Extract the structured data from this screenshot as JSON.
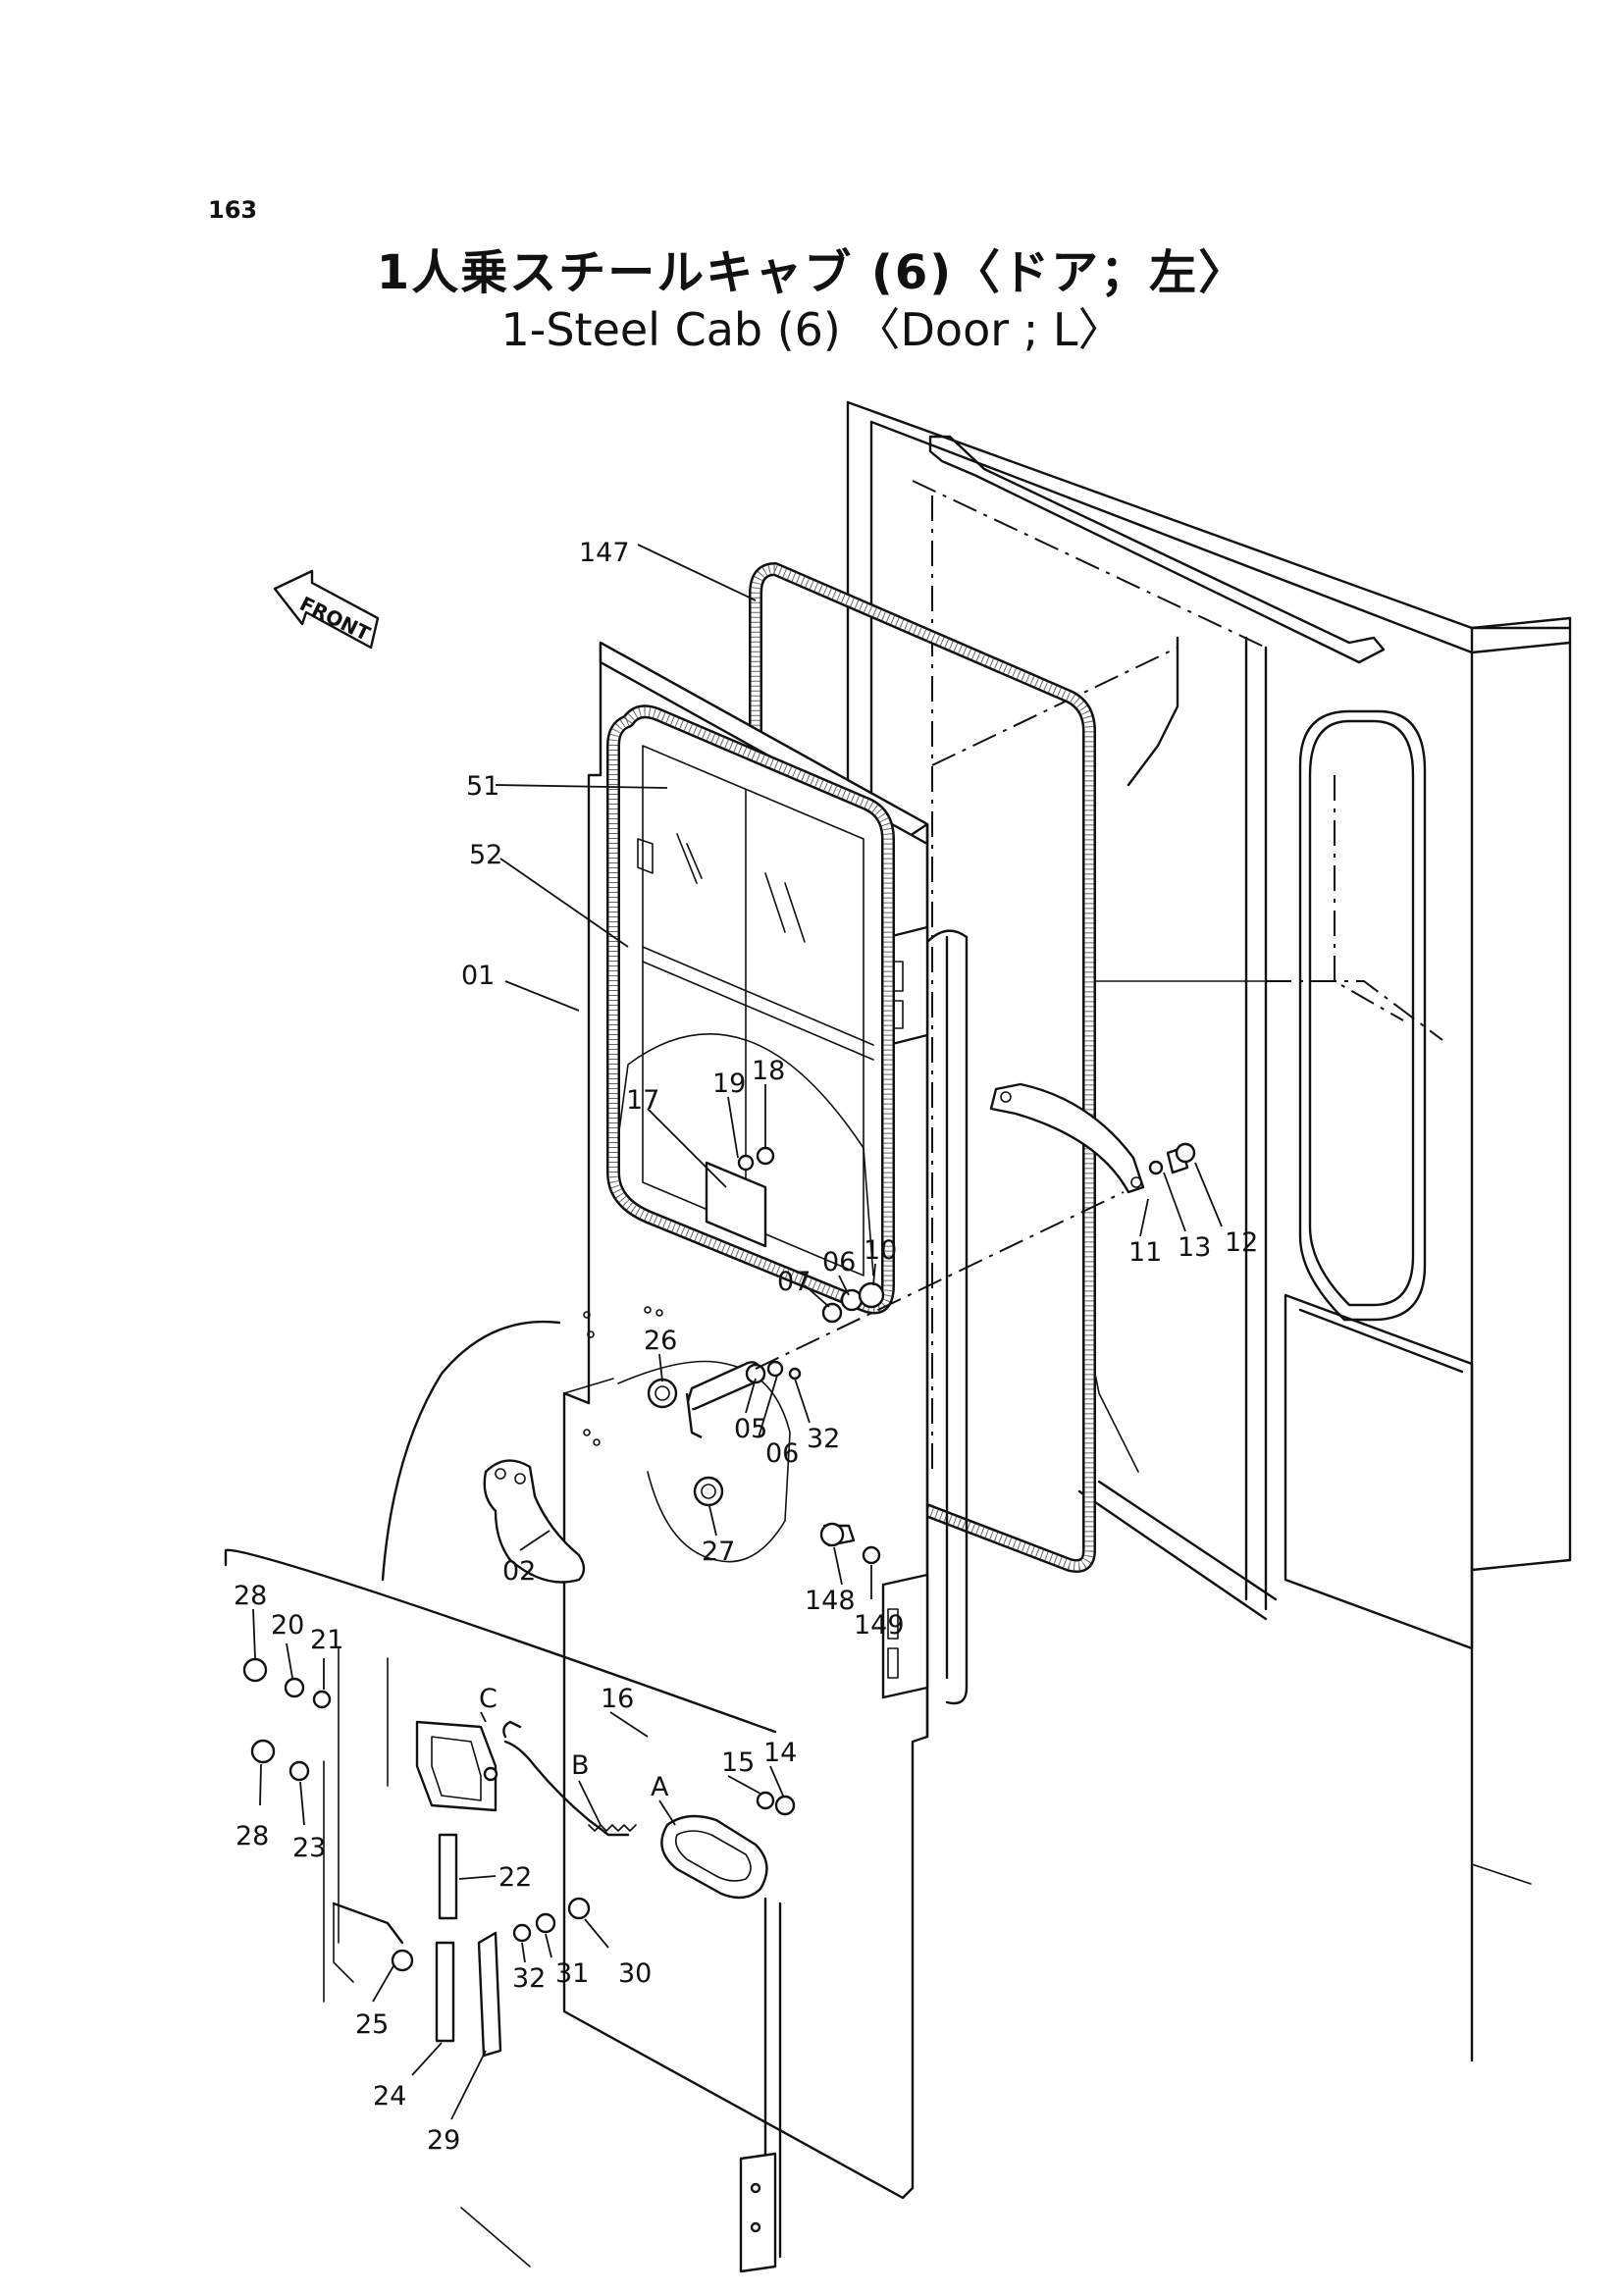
{
  "page_number": "163",
  "title_jp": "1人乗スチールキャブ (6)〈ドア；左〉",
  "title_en": "1-Steel Cab (6) 〈Door ; L〉",
  "front_label": "FRONT",
  "callouts": {
    "p147": "147",
    "p51": "51",
    "p52": "52",
    "p01": "01",
    "p19": "19",
    "p18": "18",
    "p17": "17",
    "p06a": "06",
    "p10": "10",
    "p07": "07",
    "p26": "26",
    "p05": "05",
    "p06b": "06",
    "p32a": "32",
    "p27": "27",
    "p02": "02",
    "p11": "11",
    "p13": "13",
    "p12": "12",
    "p148": "148",
    "p149": "149",
    "p28a": "28",
    "p20": "20",
    "p21": "21",
    "p16": "16",
    "pC": "C",
    "p28b": "28",
    "p23": "23",
    "pB": "B",
    "pA": "A",
    "p15": "15",
    "p14": "14",
    "p22": "22",
    "p25": "25",
    "p32b": "32",
    "p31": "31",
    "p30": "30",
    "p24": "24",
    "p29": "29"
  }
}
